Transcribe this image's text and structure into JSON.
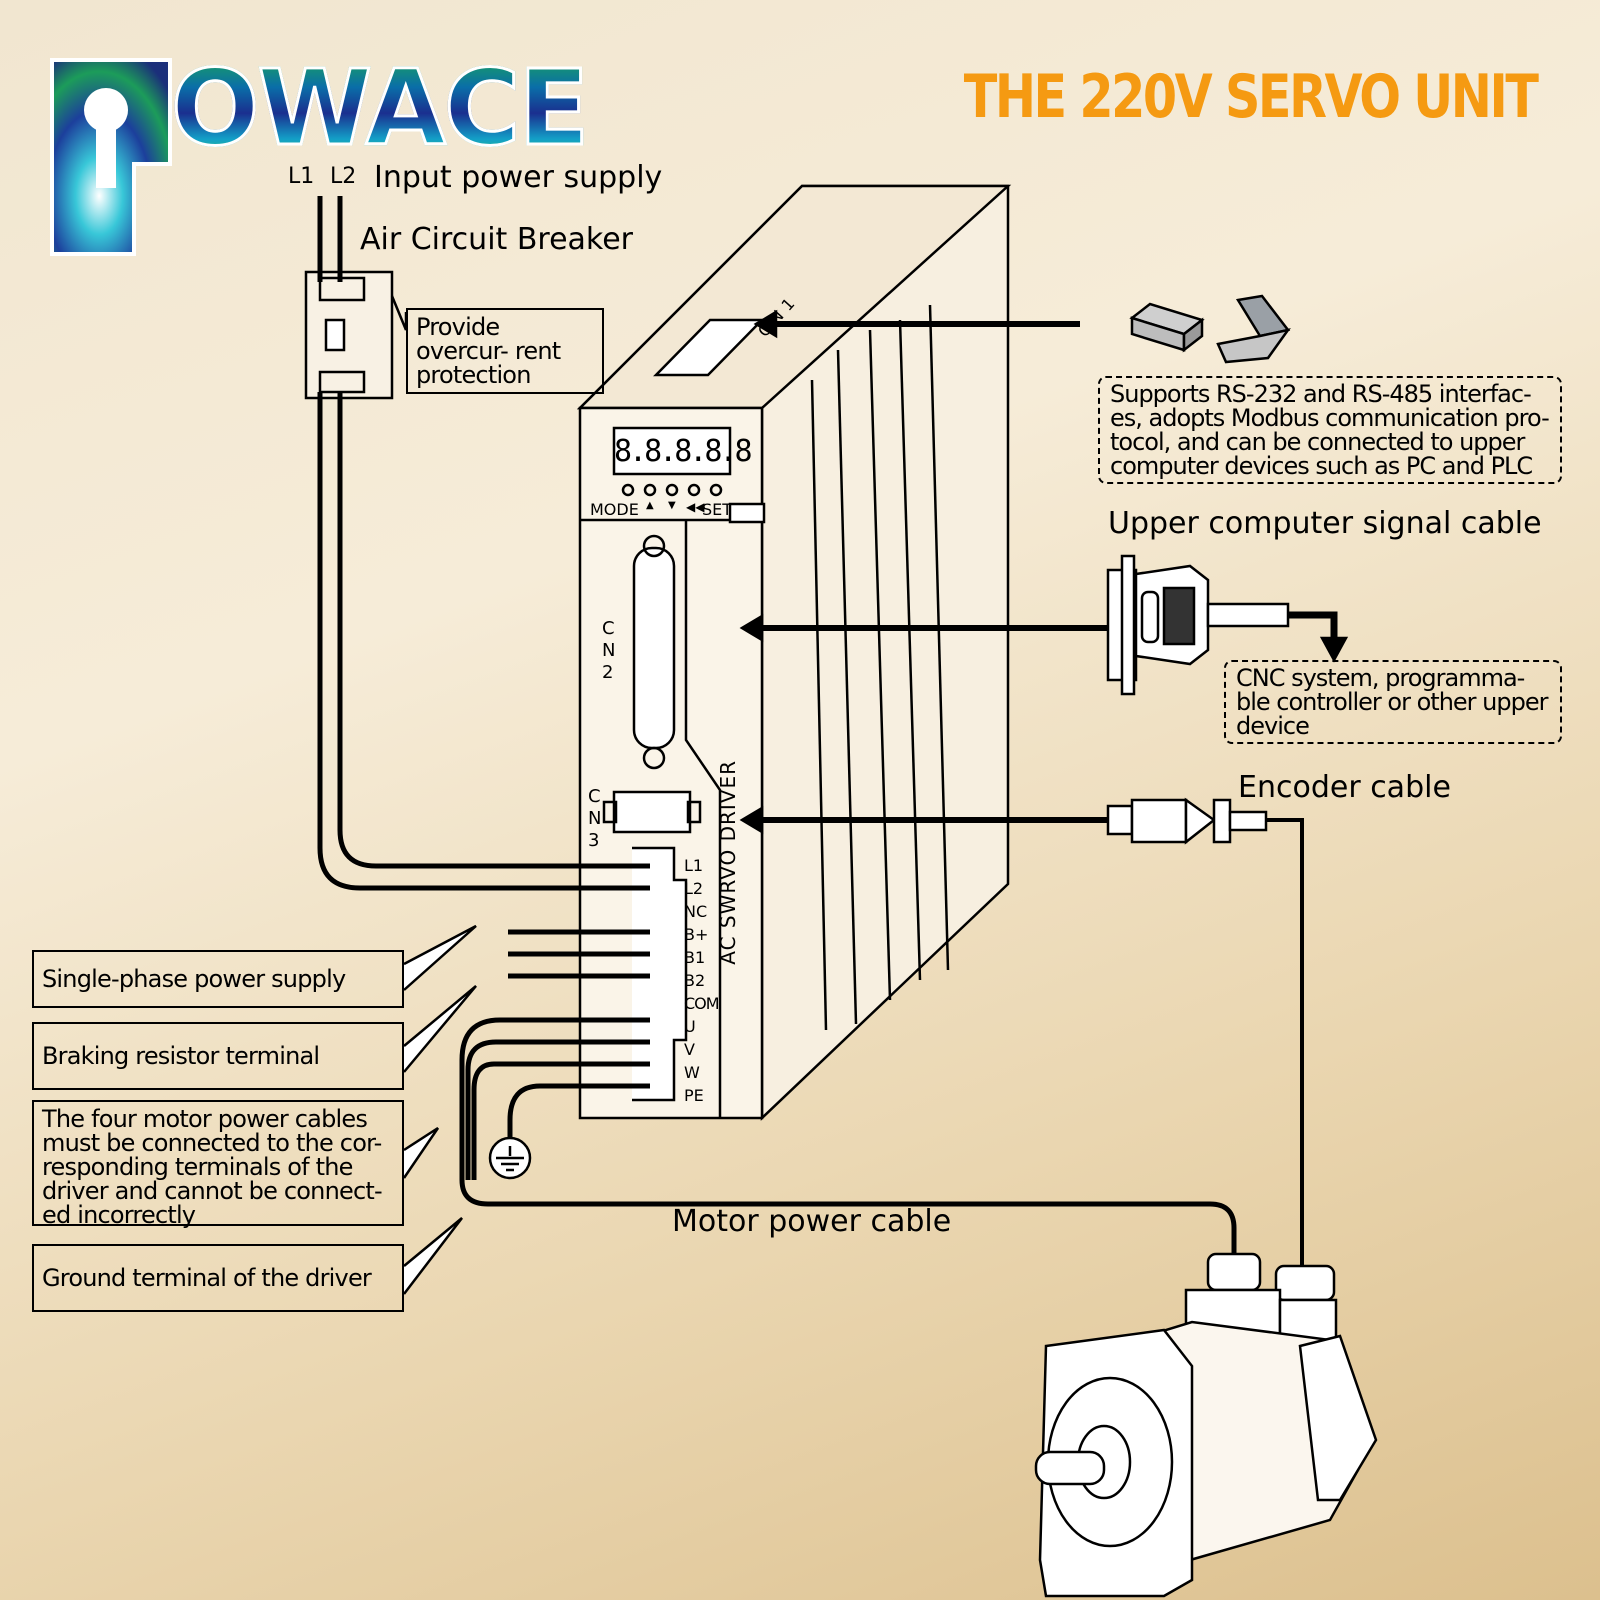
{
  "brand": {
    "logo_text": "OWACE"
  },
  "title": "THE 220V SERVO UNIT",
  "labels": {
    "l1": "L1",
    "l2": "L2",
    "input_power": "Input power supply",
    "air_breaker": "Air Circuit Breaker",
    "overcurrent": "Provide overcur- rent protection",
    "rs_support": "Supports RS-232 and RS-485 interfac- es, adopts Modbus communication pro- tocol, and can be connected to upper computer devices such as PC and PLC",
    "upper_signal": "Upper computer signal cable",
    "cnc_system": "CNC system, programma- ble controller or other upper device",
    "encoder_cable": "Encoder cable",
    "motor_power_cable": "Motor power cable",
    "single_phase": "Single-phase power supply",
    "braking_resistor": "Braking resistor terminal",
    "four_motor_cables": "The four motor power cables must be connected to the cor- responding terminals of the driver and cannot be connect- ed incorrectly",
    "ground_terminal": "Ground terminal of the driver"
  },
  "driver": {
    "display": "8.8.8.8.8",
    "buttons": [
      "MODE",
      "▲",
      "▼",
      "◀◀",
      "SET"
    ],
    "side_label": "AC SWRVO DRIVER",
    "cn1": "CN1",
    "cn2": "CN2",
    "cn3": "CN3",
    "terminals": [
      "L1",
      "L2",
      "NC",
      "B+",
      "B1",
      "B2",
      "COM",
      "U",
      "V",
      "W",
      "PE"
    ]
  },
  "colors": {
    "title": "#f59a12",
    "line": "#000000",
    "background": "#f1e6d0"
  }
}
